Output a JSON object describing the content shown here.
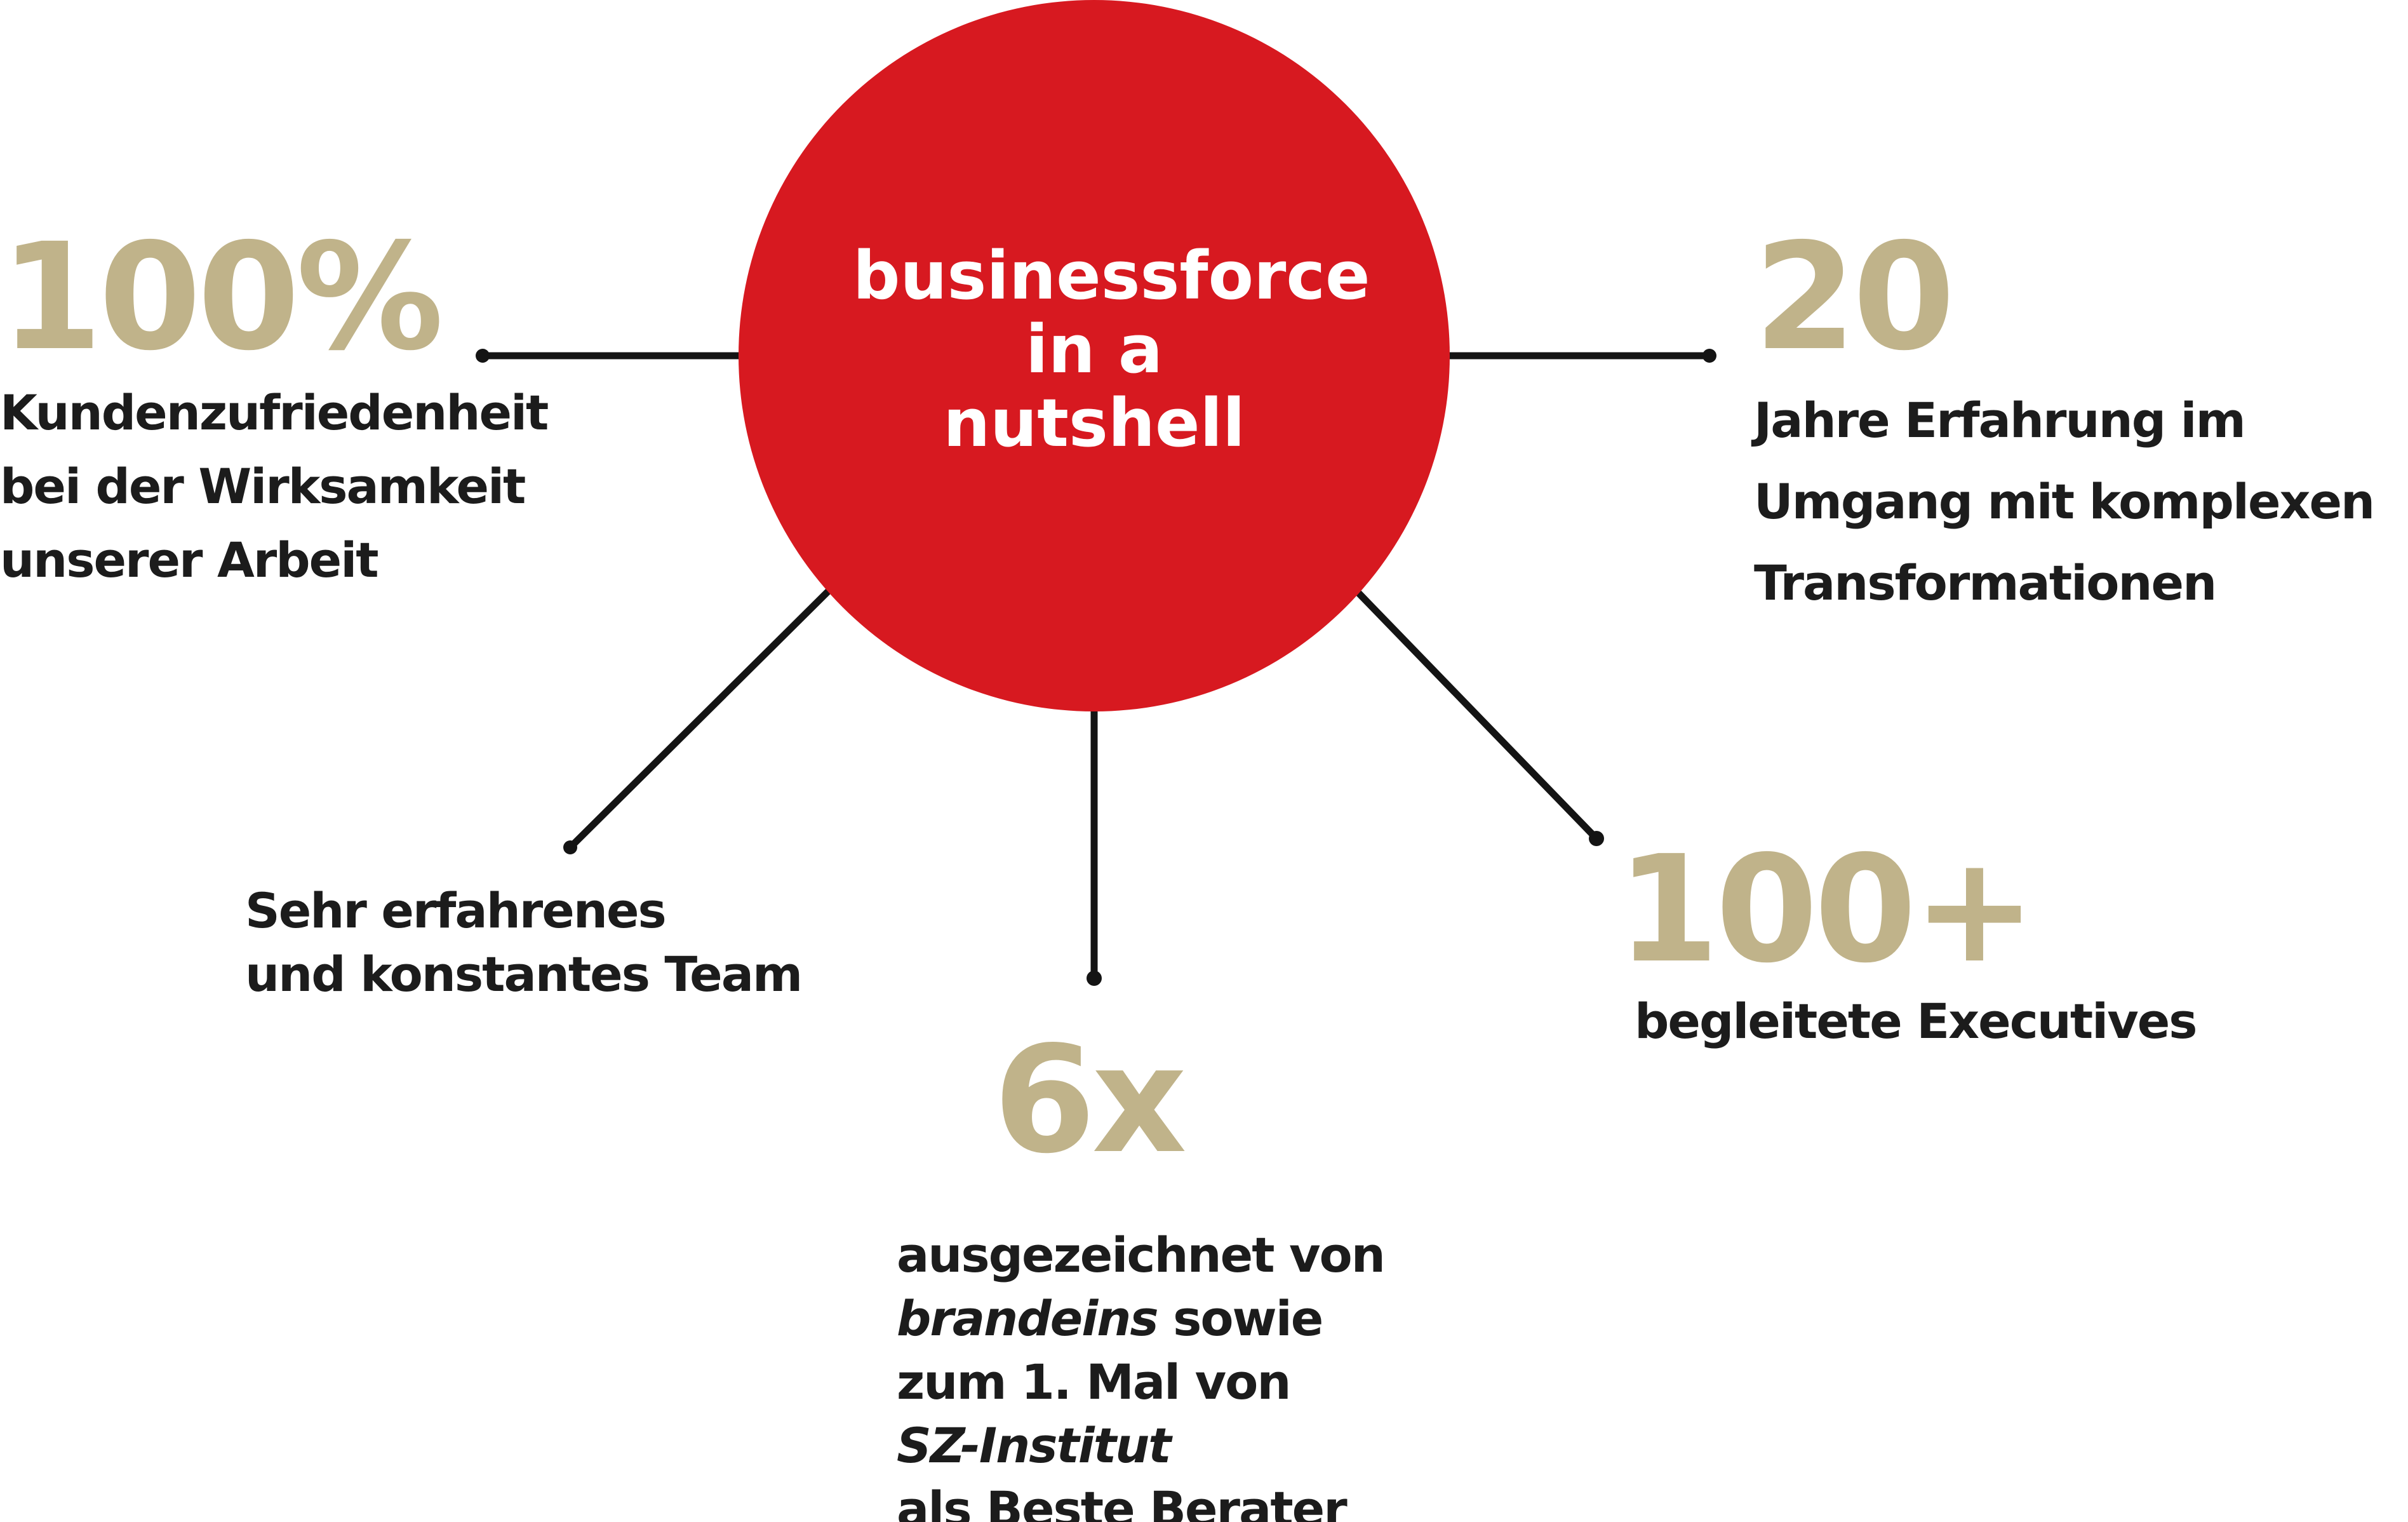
{
  "hub": {
    "title": "businessforce\nin a\nnutshell",
    "color": "#d71920"
  },
  "colors": {
    "stat_value": "#c0b38a",
    "text": "#1c1c1c",
    "connector": "#141414"
  },
  "stats": {
    "satisfaction": {
      "value": "100%",
      "lines": [
        "Kundenzufriedenheit",
        "bei der Wirksamkeit",
        "unserer Arbeit"
      ]
    },
    "years": {
      "value": "20",
      "lines": [
        "Jahre Erfahrung im",
        "Umgang mit komplexen",
        "Transformationen"
      ]
    },
    "team": {
      "lines": [
        "Sehr erfahrenes",
        "und konstantes Team"
      ]
    },
    "awards": {
      "value": "6x",
      "line1": "ausgezeichnet von",
      "line2_em": "brandeins",
      "line2_rest": " sowie",
      "line3": "zum 1. Mal von",
      "line4_em": "SZ-Institut",
      "line5": "als Beste Berater"
    },
    "executives": {
      "value": "100+",
      "lines": [
        "begleitete Executives"
      ]
    }
  }
}
